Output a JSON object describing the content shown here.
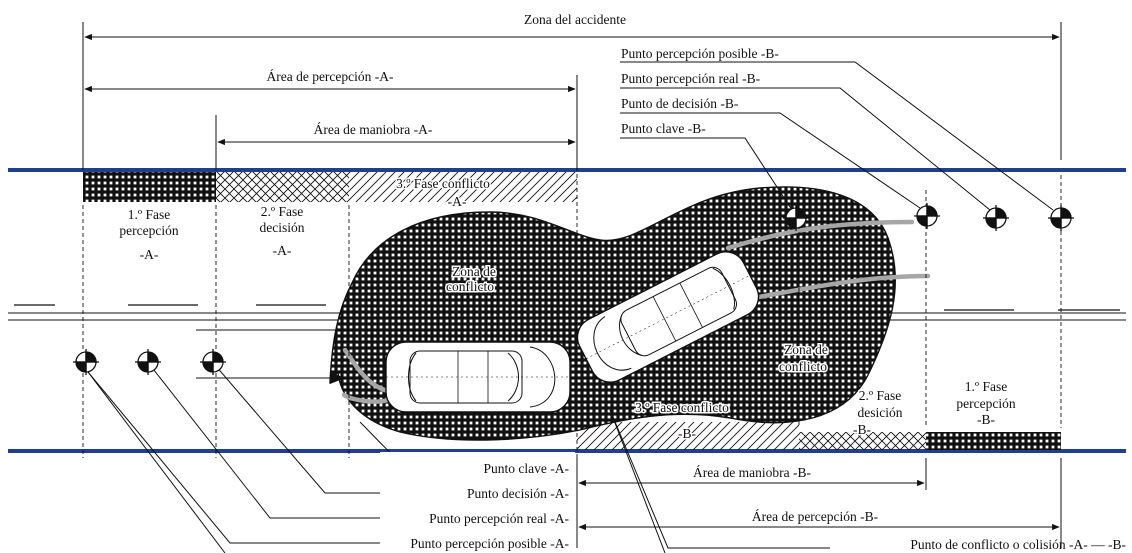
{
  "colors": {
    "road_edge": "#1f3f8f",
    "ink": "#111111",
    "skid": "#a6a6a6",
    "fill_bg": "#ffffff"
  },
  "dimensions": {
    "zona_accidente": "Zona del accidente",
    "area_percepcion_a": "Área de percepción -A-",
    "area_maniobra_a": "Área de maniobra -A-",
    "area_maniobra_b": "Área de maniobra -B-",
    "area_percepcion_b": "Área de percepción -B-"
  },
  "points_b": {
    "posible": "Punto percepción posible -B-",
    "real": "Punto percepción real -B-",
    "decision": "Punto de decisión -B-",
    "clave": "Punto clave -B-"
  },
  "points_a": {
    "clave": "Punto clave -A-",
    "decision": "Punto decisión -A-",
    "real": "Punto percepción real -A-",
    "posible": "Punto percepción posible -A-"
  },
  "conflict_point": "Punto de conflicto o colisión -A- — -B-",
  "phases_a": {
    "p1_l1": "1.º Fase",
    "p1_l2": "percepción",
    "p1_l3": "-A-",
    "p2_l1": "2.º Fase",
    "p2_l2": "decisión",
    "p2_l3": "-A-",
    "p3_l1": "3.º Fase conflicto",
    "p3_l2": "-A-"
  },
  "phases_b": {
    "p1_l1": "1.º Fase",
    "p1_l2": "percepción",
    "p1_l3": "-B-",
    "p2_l1": "2.º Fase",
    "p2_l2": "desición",
    "p2_l3": "-B-",
    "p3_l1": "3.º Fase conflicto",
    "p3_l2": "-B-"
  },
  "zones": {
    "zona_a_l1": "Zona de",
    "zona_a_l2": "conflicto",
    "zona_b_l1": "Zona de",
    "zona_b_l2": "conflicto"
  },
  "icons": [
    "target-icon",
    "arrow-icon",
    "car-icon"
  ]
}
